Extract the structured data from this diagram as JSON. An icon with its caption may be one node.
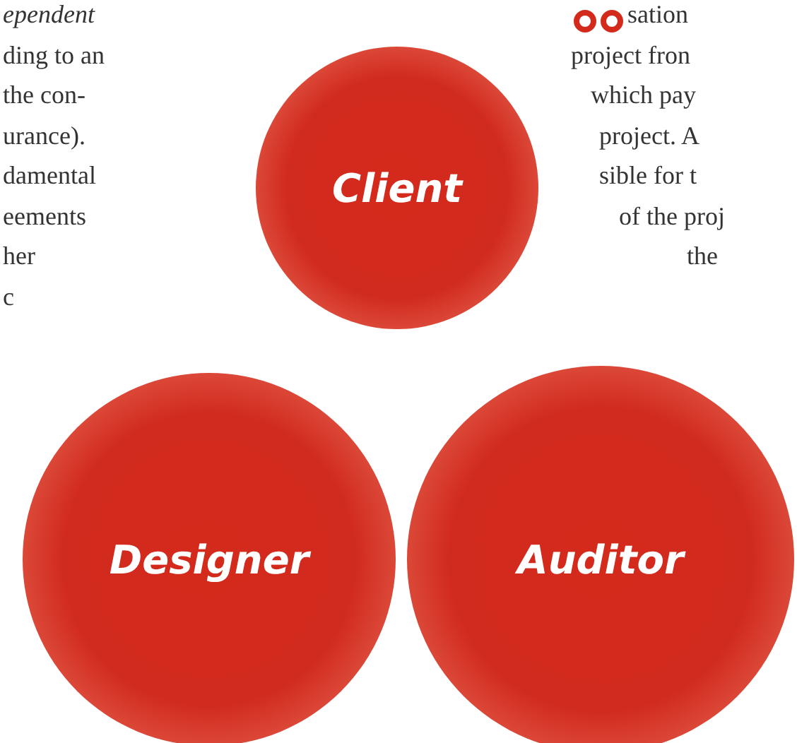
{
  "diagram": {
    "nodes": [
      {
        "text": [
          "Client"
        ]
      },
      {
        "text": [
          "Designer"
        ]
      },
      {
        "text": [
          "Auditor"
        ]
      }
    ],
    "labels": [
      "*ependent* ding to an the con- urance). damental eements her c",
      "sation project fron which pay project. A sible for t of the proj the"
    ]
  }
}
